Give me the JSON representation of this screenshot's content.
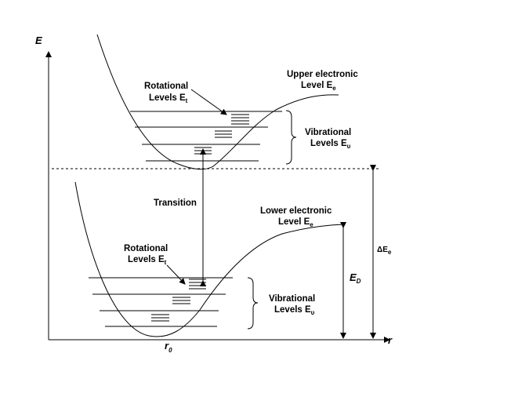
{
  "axes": {
    "y_label": "E",
    "x_label": "r",
    "r0": {
      "main": "r",
      "sub": "0"
    }
  },
  "upper_curve": {
    "title_line1": "Upper electronic",
    "title_line2": "Level E",
    "title_sub": "e",
    "rotational_line1": "Rotational",
    "rotational_line2": "Levels E",
    "rotational_sub": "t",
    "vibrational_line1": "Vibrational",
    "vibrational_line2": "Levels E",
    "vibrational_sub": "υ"
  },
  "lower_curve": {
    "title_line1": "Lower electronic",
    "title_line2": "Level E",
    "title_sub": "e",
    "rotational_line1": "Rotational",
    "rotational_line2": "Levels E",
    "rotational_sub": "t",
    "vibrational_line1": "Vibrational",
    "vibrational_line2": "Levels E",
    "vibrational_sub": "υ"
  },
  "transition_label": "Transition",
  "dissociation": {
    "main": "E",
    "sub": "D"
  },
  "delta_e": {
    "main": "ΔE",
    "sub": "e"
  },
  "colors": {
    "line": "#000000",
    "background": "#ffffff"
  }
}
